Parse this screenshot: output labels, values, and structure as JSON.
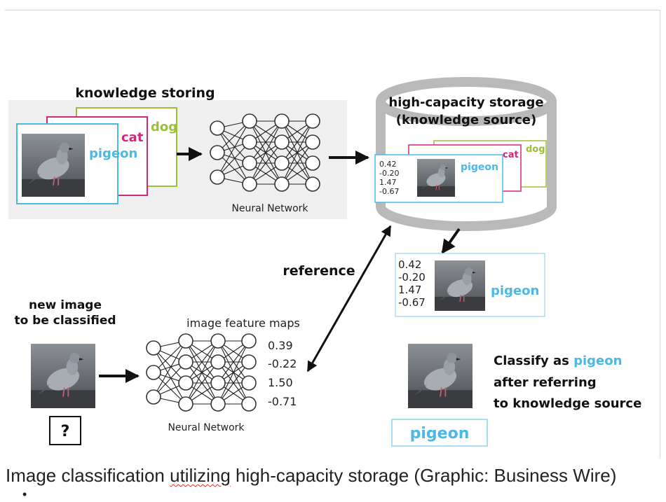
{
  "diagram": {
    "storing_title": "knowledge storing",
    "storage_title_line1": "high-capacity storage",
    "storage_title_line2": "(knowledge source)",
    "label_dog": "dog",
    "label_cat": "cat",
    "label_pigeon": "pigeon",
    "nn_label": "Neural Network",
    "stored_vector": [
      "0.42",
      "-0.20",
      "1.47",
      "-0.67"
    ],
    "reference_label": "reference",
    "new_image_line1": "new image",
    "new_image_line2": "to be classified",
    "question_mark": "?",
    "feature_maps_title": "image feature maps",
    "query_vector": [
      "0.39",
      "-0.22",
      "1.50",
      "-0.71"
    ],
    "classify_line1_prefix": "Classify as ",
    "classify_line1_highlight": "pigeon",
    "classify_line2": "after referring",
    "classify_line3": "to knowledge source",
    "result_label": "pigeon",
    "colors": {
      "pigeon_blue": "#4cb8e8",
      "cat_magenta": "#d6267c",
      "dog_green": "#9bbf3a",
      "storage_gray": "#b9b9b9",
      "panel_gray": "#efefef"
    }
  },
  "caption": {
    "prefix": "Image classification ",
    "underlined": "utilizing",
    "suffix": " high-capacity storage (Graphic: Business Wire)"
  },
  "list": {
    "bullet": "•"
  }
}
